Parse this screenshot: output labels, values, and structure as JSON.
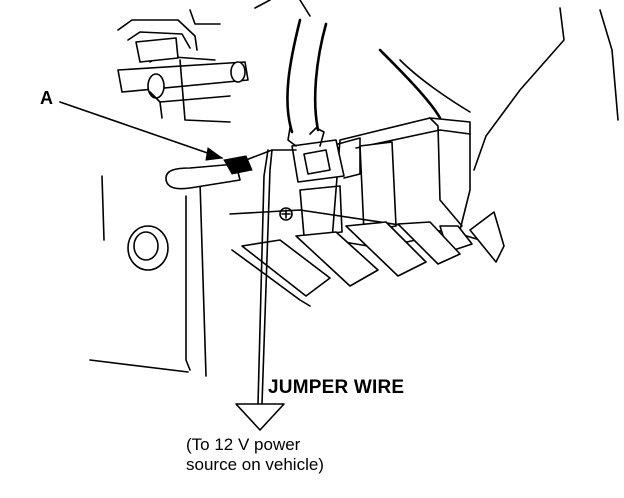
{
  "diagram": {
    "callout_label": "A",
    "wire_label": "JUMPER WIRE",
    "note_line1": "(To 12 V power",
    "note_line2": "source on vehicle)"
  }
}
